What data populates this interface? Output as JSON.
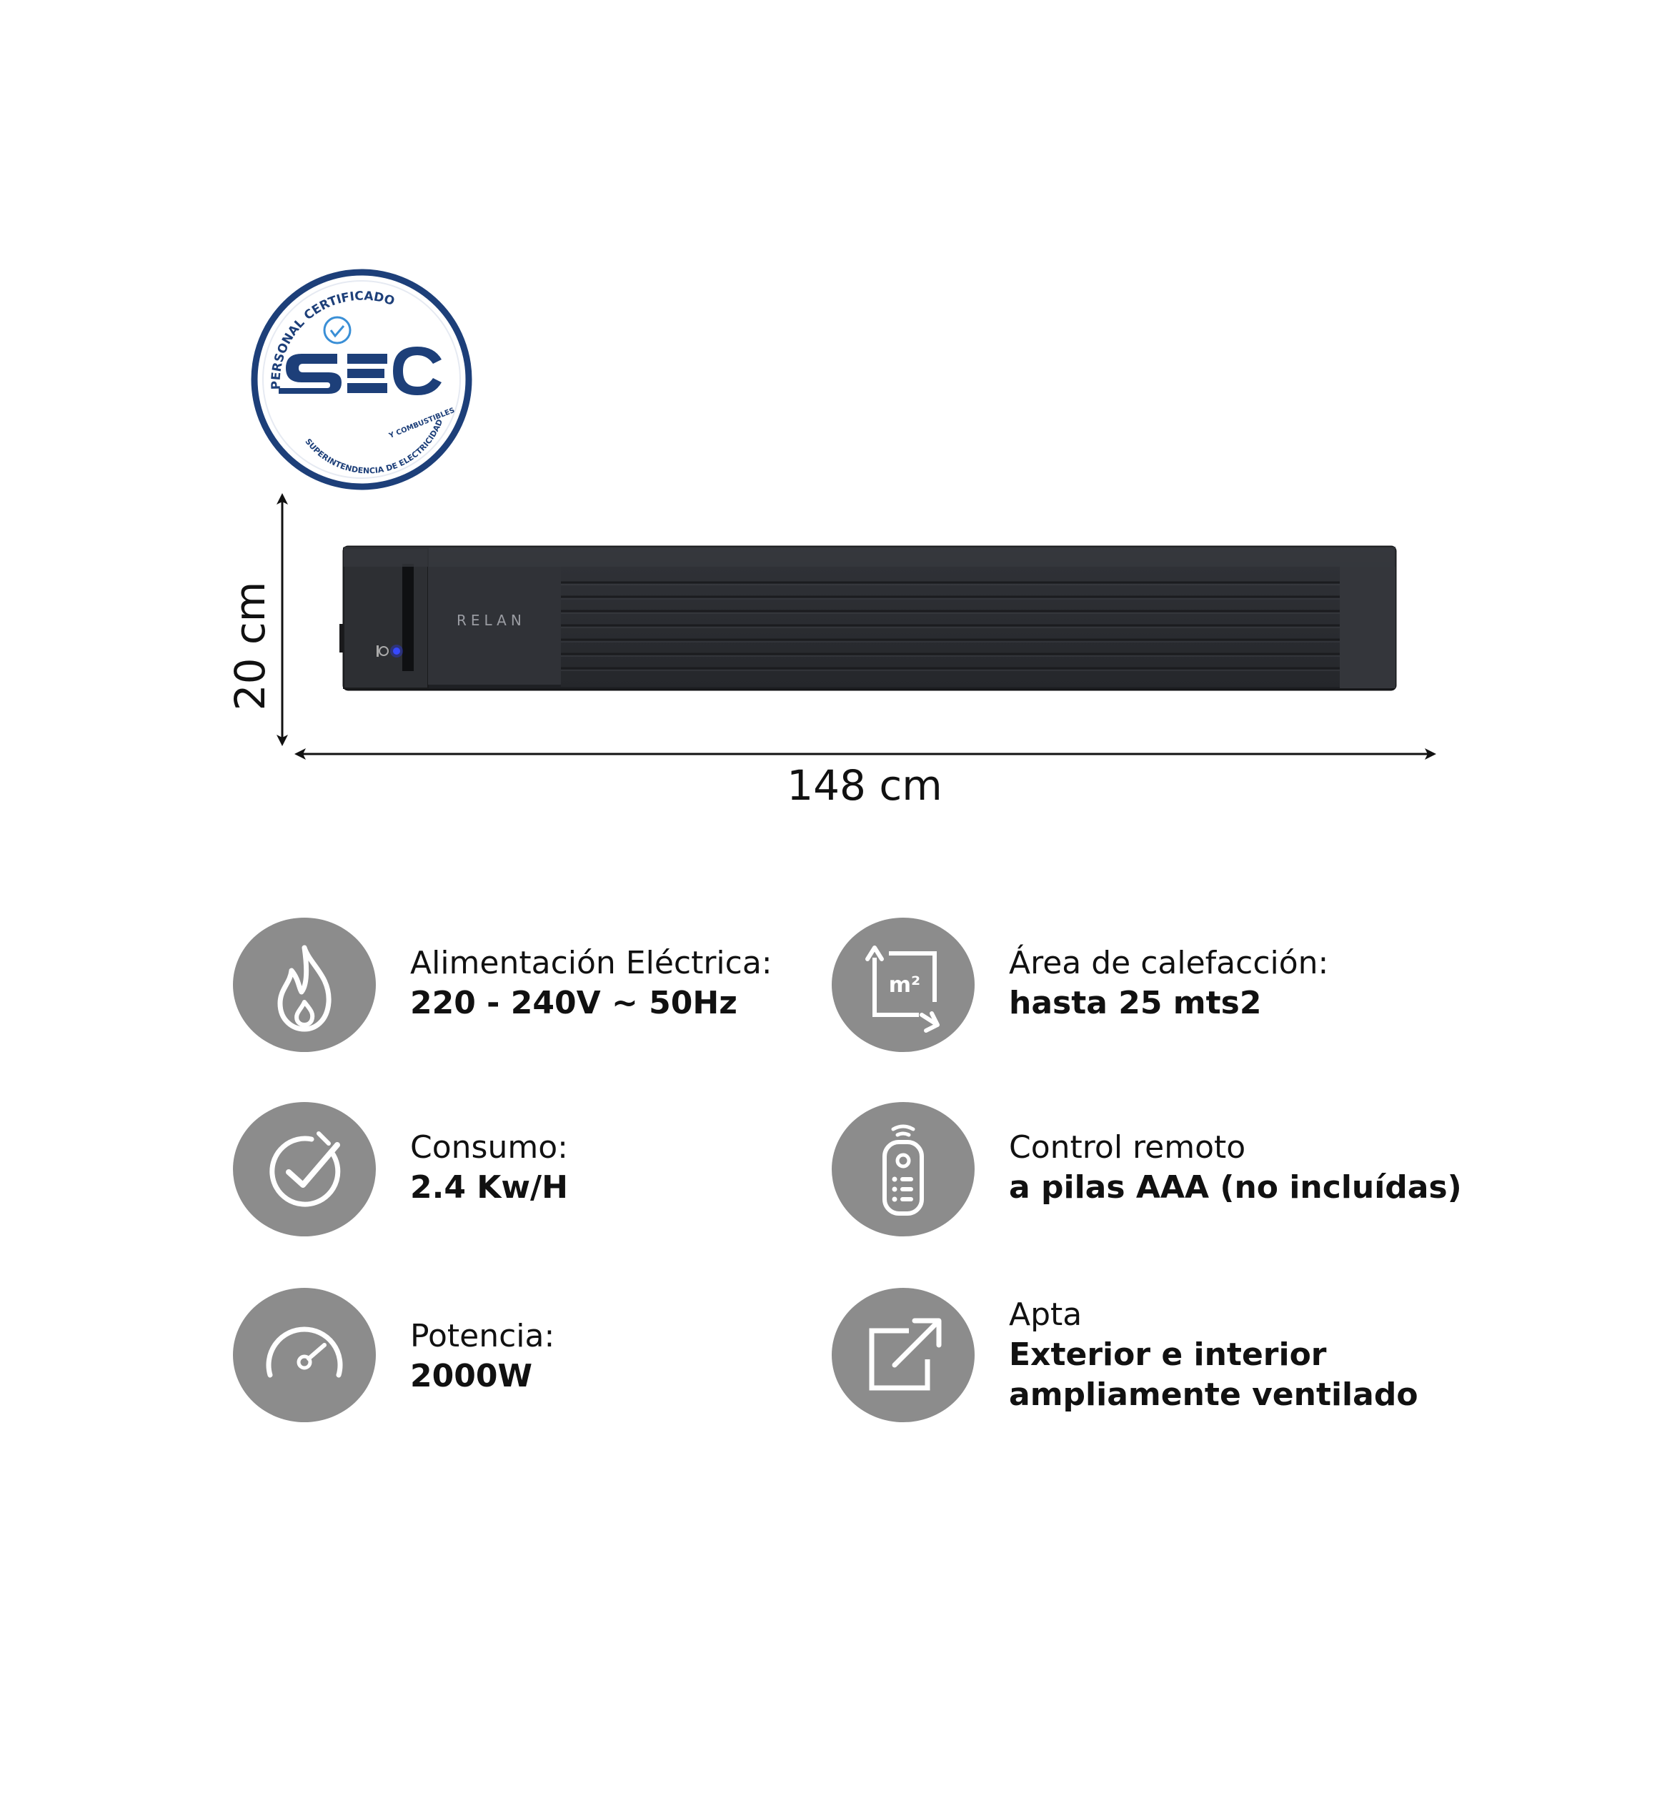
{
  "seal": {
    "arc_text": "PERSONAL CERTIFICADO",
    "logo_text": "SEC",
    "bottom_text_1": "SUPERINTENDENCIA DE ELECTRICIDAD",
    "bottom_text_2": "Y COMBUSTIBLES"
  },
  "product": {
    "brand": "RELAN",
    "height_label": "20 cm",
    "width_label": "148 cm"
  },
  "specs": [
    {
      "icon": "flame-icon",
      "label": "Alimentación Eléctrica:",
      "value": "220 - 240V ~ 50Hz"
    },
    {
      "icon": "area-m2-icon",
      "label": "Área de calefacción:",
      "value": "hasta 25 mts2",
      "icon_text": "m²"
    },
    {
      "icon": "timer-check-icon",
      "label": "Consumo:",
      "value": "2.4 Kw/H"
    },
    {
      "icon": "remote-control-icon",
      "label": "Control remoto",
      "value": "a pilas AAA (no incluídas)"
    },
    {
      "icon": "gauge-icon",
      "label": "Potencia:",
      "value": "2000W"
    },
    {
      "icon": "external-link-icon",
      "label": "Apta",
      "value": "Exterior e interior",
      "value2": "ampliamente ventilado"
    }
  ],
  "colors": {
    "icon_bg": "#8c8c8c",
    "icon_fg": "#ffffff",
    "seal_blue": "#1d3f79",
    "heater_body": "#2b2d31",
    "led_blue": "#2f3cff"
  }
}
